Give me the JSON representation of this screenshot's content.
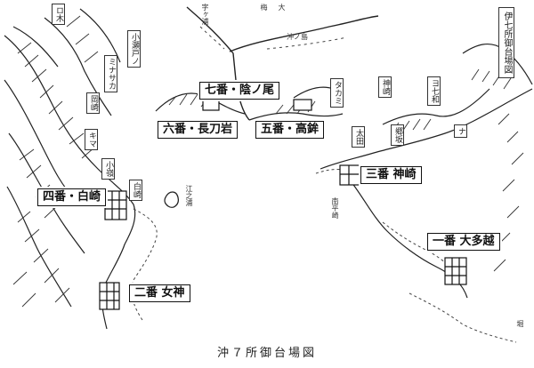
{
  "caption": "沖７所御台場図",
  "batteries": [
    {
      "name": "一番 大多越"
    },
    {
      "name": "二番 女神"
    },
    {
      "name": "三番 神崎"
    },
    {
      "name": "四番・白崎"
    },
    {
      "name": "五番・高鉾"
    },
    {
      "name": "六番・長刀岩"
    },
    {
      "name": "七番・陰ノ尾"
    }
  ],
  "vertical_labels": [
    "ロ木",
    "小瀬戸ノ",
    "ミナサカ",
    "岡崎",
    "キマ",
    "小嶺",
    "白崎",
    "神崎",
    "タカミ",
    "太田",
    "ヨ七和",
    "郷坂",
    "ナ",
    "大",
    "梅",
    "堀"
  ],
  "small_text": [
    "江之浦",
    "沖ノ島",
    "南平崎",
    "字ヶ浦"
  ],
  "legend_box": "伊七所御台場図"
}
